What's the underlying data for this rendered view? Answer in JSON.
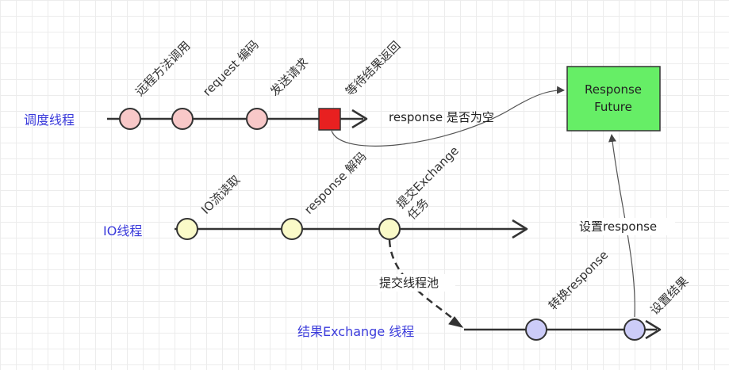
{
  "lanes": {
    "dispatch": "调度线程",
    "io": "IO线程",
    "result": "结果Exchange 线程"
  },
  "steps": {
    "remote_call": "远程方法调用",
    "request_encode": "request  编码",
    "send_request": "发送请求",
    "wait_result": "等待结果返回",
    "io_read": "IO流读取",
    "response_decode": "response 解码",
    "submit_exchange_line1": "提交Exchange",
    "submit_exchange_line2": "任务",
    "convert_response": "转换response",
    "set_result": "设置结果"
  },
  "edges": {
    "response_null": "response 是否为空",
    "submit_pool": "提交线程池",
    "set_response": "设置response"
  },
  "response_future": {
    "line1": "Response",
    "line2": "Future"
  },
  "colors": {
    "lane_text": "#3b3bdb",
    "dispatch_node": "#f8c8c8",
    "io_node": "#fafac8",
    "result_node": "#ccccf8",
    "wait_square": "#e82020",
    "future_box": "#66ee66"
  }
}
